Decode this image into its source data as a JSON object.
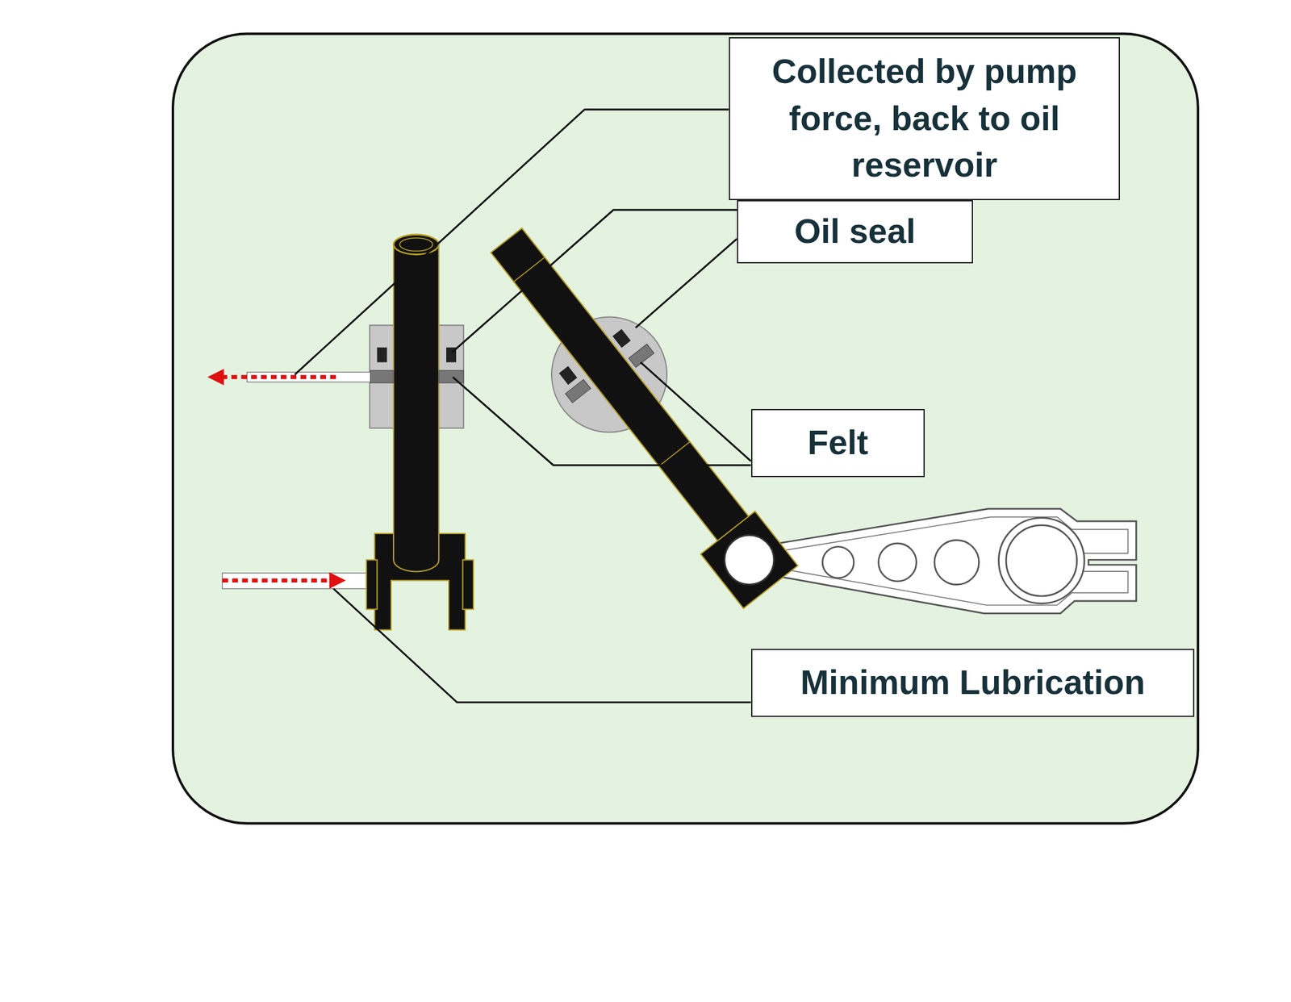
{
  "diagram": {
    "nodes": [
      {
        "text": [
          "Collected by pump force, back to oil reservoir"
        ]
      },
      {
        "text": [
          "Oil seal"
        ]
      },
      {
        "text": [
          "Felt"
        ]
      },
      {
        "text": [
          "Minimum Lubrication"
        ]
      }
    ]
  }
}
